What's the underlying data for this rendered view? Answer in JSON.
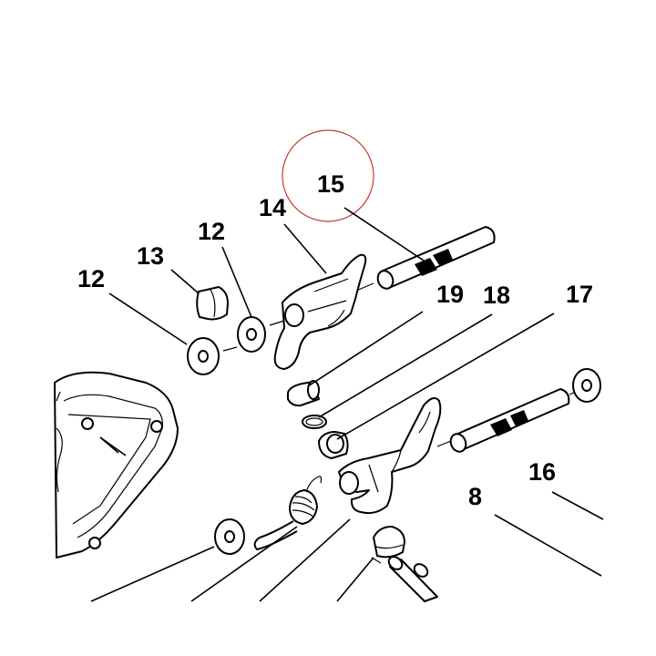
{
  "labels": {
    "p15": "15",
    "p14": "14",
    "p12a": "12",
    "p13": "13",
    "p12b": "12",
    "p19": "19",
    "p18": "18",
    "p17": "17",
    "p16": "16",
    "p8": "8"
  },
  "highlight": {
    "part": "15",
    "color": "#c0392b"
  }
}
